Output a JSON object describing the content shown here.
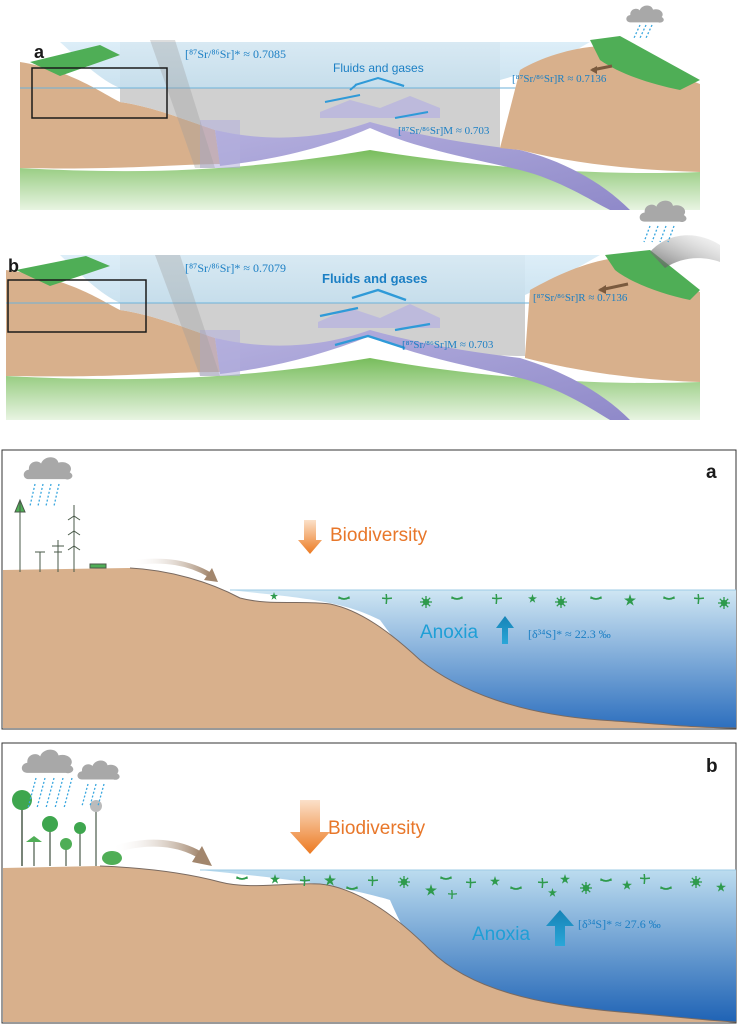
{
  "top_a": {
    "letter": "a",
    "sr_star_label": "[⁸⁷Sr/⁸⁶Sr]* ≈ 0.7085",
    "fluids_label": "Fluids and gases",
    "sr_river_label": "[⁸⁷Sr/⁸⁶Sr]R ≈ 0.7136",
    "sr_mantle_label": "[⁸⁷Sr/⁸⁶Sr]M ≈ 0.703"
  },
  "top_b": {
    "letter": "b",
    "sr_star_label": "[⁸⁷Sr/⁸⁶Sr]* ≈ 0.7079",
    "fluids_label": "Fluids and gases",
    "sr_river_label": "[⁸⁷Sr/⁸⁶Sr]R ≈ 0.7136",
    "sr_mantle_label": "[⁸⁷Sr/⁸⁶Sr]M ≈ 0.703"
  },
  "bottom_a": {
    "letter": "a",
    "biodiversity_label": "Biodiversity",
    "anoxia_label": "Anoxia",
    "sulfur_label": "[δ³⁴S]* ≈ 22.3 ‰"
  },
  "bottom_b": {
    "letter": "b",
    "biodiversity_label": "Biodiversity",
    "anoxia_label": "Anoxia",
    "sulfur_label": "[δ³⁴S]* ≈ 27.6 ‰"
  },
  "colors": {
    "land": "#d8b08c",
    "land_dark": "#b98f6e",
    "vegetation": "#4fae56",
    "ocean_light": "#cfe6f3",
    "ocean_deep": "#2f7fc6",
    "crust_gray": "#c2c2c2",
    "mantle_green": "#8cc86c",
    "slab": "#a9a4d4",
    "arrow_blue": "#2f9ad8",
    "arrow_orange": "#ec7a22",
    "arrow_brown": "#a58e7a",
    "cloud": "#a9a9a9"
  }
}
